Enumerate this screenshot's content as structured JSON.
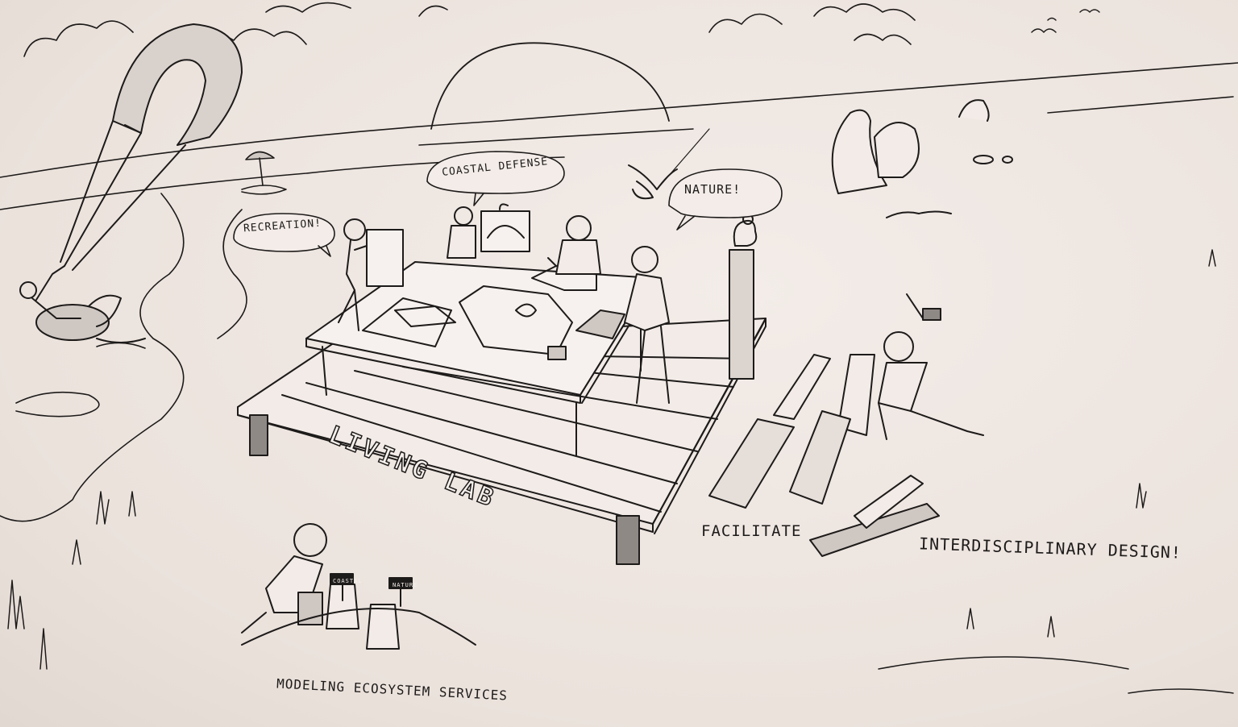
{
  "scene": {
    "bubbles": {
      "recreation": "RECREATION!",
      "coastal_defense": "COASTAL DEFENSE",
      "nature": "NATURE!"
    },
    "platform_label": "LIVING LAB",
    "captions": {
      "facilitate": "FACILITATE",
      "interdisciplinary_design": "INTERDISCIPLINARY DESIGN!",
      "modeling": "MODELING ECOSYSTEM SERVICES"
    },
    "flags": {
      "left": "COASTAL",
      "right": "NATURE"
    }
  },
  "colors": {
    "paper": "#efe7e2",
    "ink": "#1d1b1a",
    "shade": "#8f8985"
  }
}
